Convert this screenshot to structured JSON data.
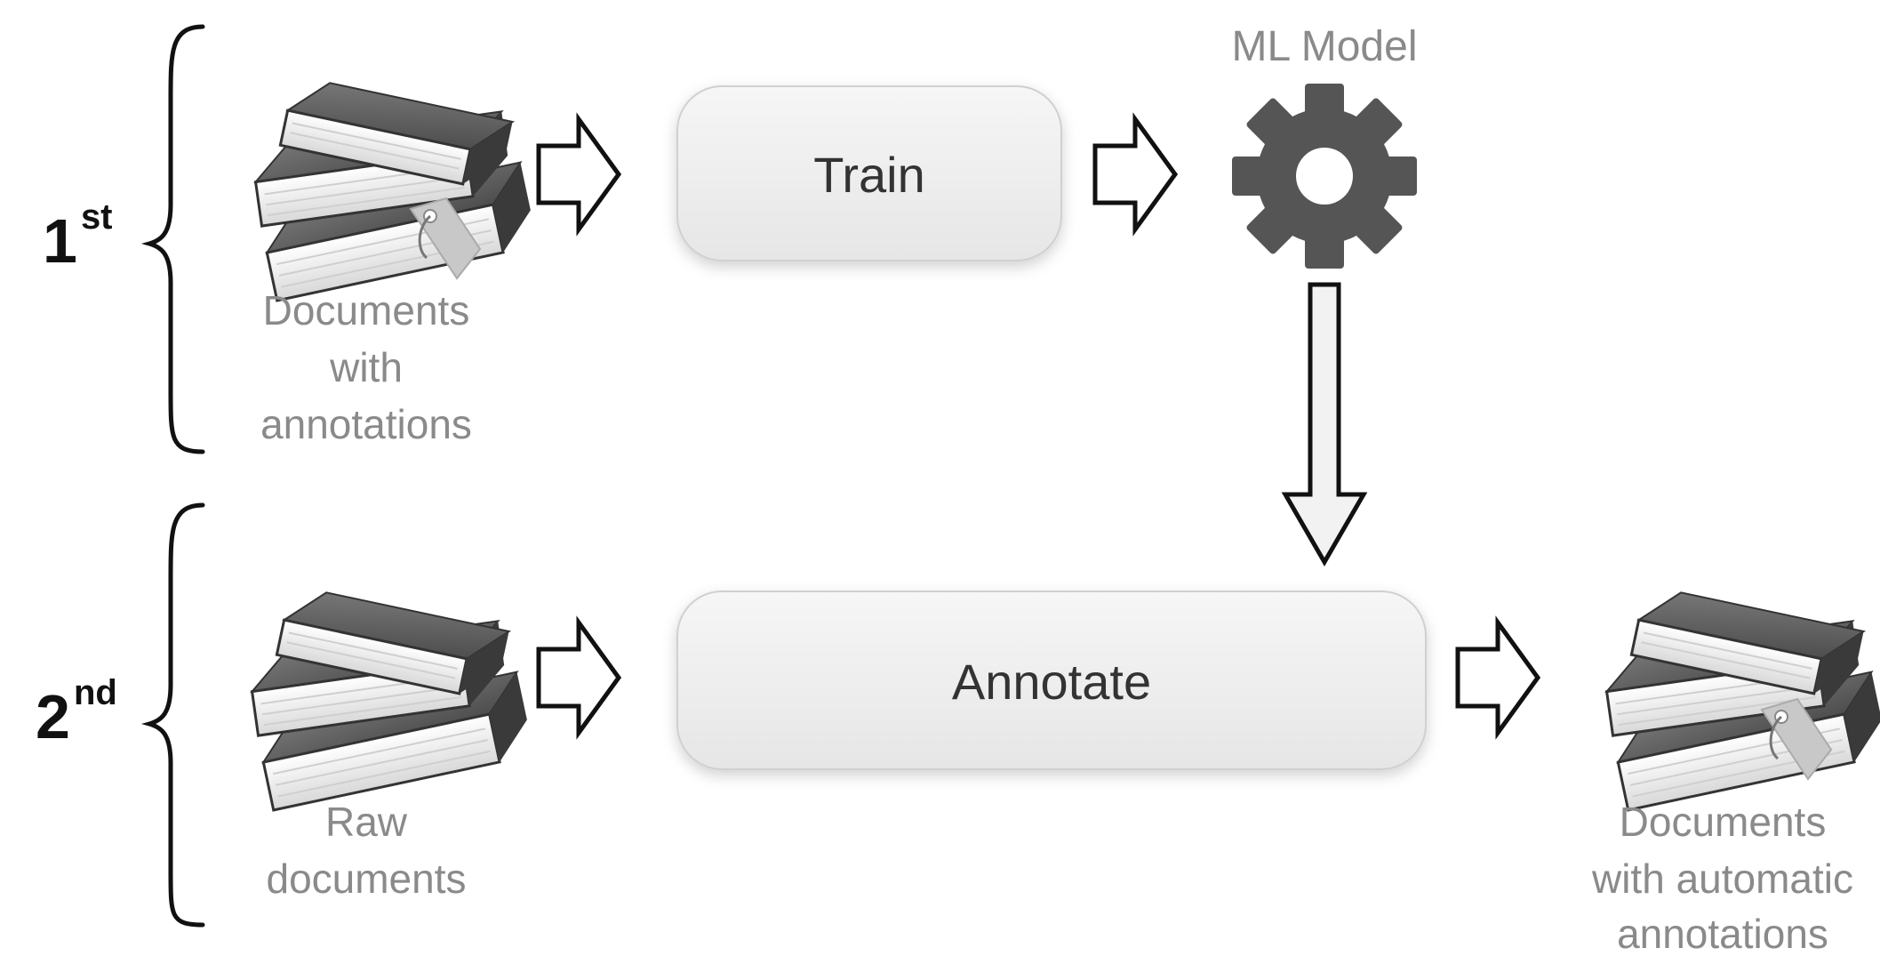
{
  "stages": {
    "first": {
      "number": "1",
      "suffix": "st"
    },
    "second": {
      "number": "2",
      "suffix": "nd"
    }
  },
  "nodes": {
    "docs_with_annotations": {
      "lines": [
        "Documents",
        "with",
        "annotations"
      ],
      "icon": "book-stack-tag-icon"
    },
    "train": {
      "label": "Train"
    },
    "ml_model": {
      "label": "ML Model",
      "icon": "gear-icon"
    },
    "raw_documents": {
      "lines": [
        "Raw",
        "documents"
      ],
      "icon": "book-stack-icon"
    },
    "annotate": {
      "label": "Annotate"
    },
    "docs_auto_annotations": {
      "lines": [
        "Documents",
        "with automatic",
        "annotations"
      ],
      "icon": "book-stack-tag-icon"
    }
  },
  "colors": {
    "caption": "#8a8a8a",
    "box_fill": "#eeeeee",
    "gear": "#555555",
    "book_dark": "#5a5a5a",
    "tag": "#c8c8c8"
  }
}
